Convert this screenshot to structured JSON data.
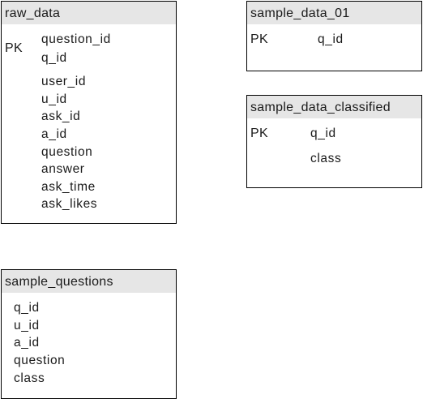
{
  "entities": {
    "raw_data": {
      "title": "raw_data",
      "pk_label": "PK",
      "pk_fields": [
        "question_id",
        "q_id"
      ],
      "fields": [
        "user_id",
        "u_id",
        "ask_id",
        "a_id",
        "question",
        "answer",
        "ask_time",
        "ask_likes"
      ]
    },
    "sample_data_01": {
      "title": "sample_data_01",
      "pk_label": "PK",
      "pk_fields": [
        "q_id"
      ],
      "fields": []
    },
    "sample_data_classified": {
      "title": "sample_data_classified",
      "pk_label": "PK",
      "pk_fields": [
        "q_id"
      ],
      "fields": [
        "class"
      ]
    },
    "sample_questions": {
      "title": "sample_questions",
      "fields": [
        "q_id",
        "u_id",
        "a_id",
        "question",
        "class"
      ]
    }
  },
  "colors": {
    "header_bg": "#e6e6e6",
    "border": "#000000",
    "text": "#1a1a1a"
  }
}
